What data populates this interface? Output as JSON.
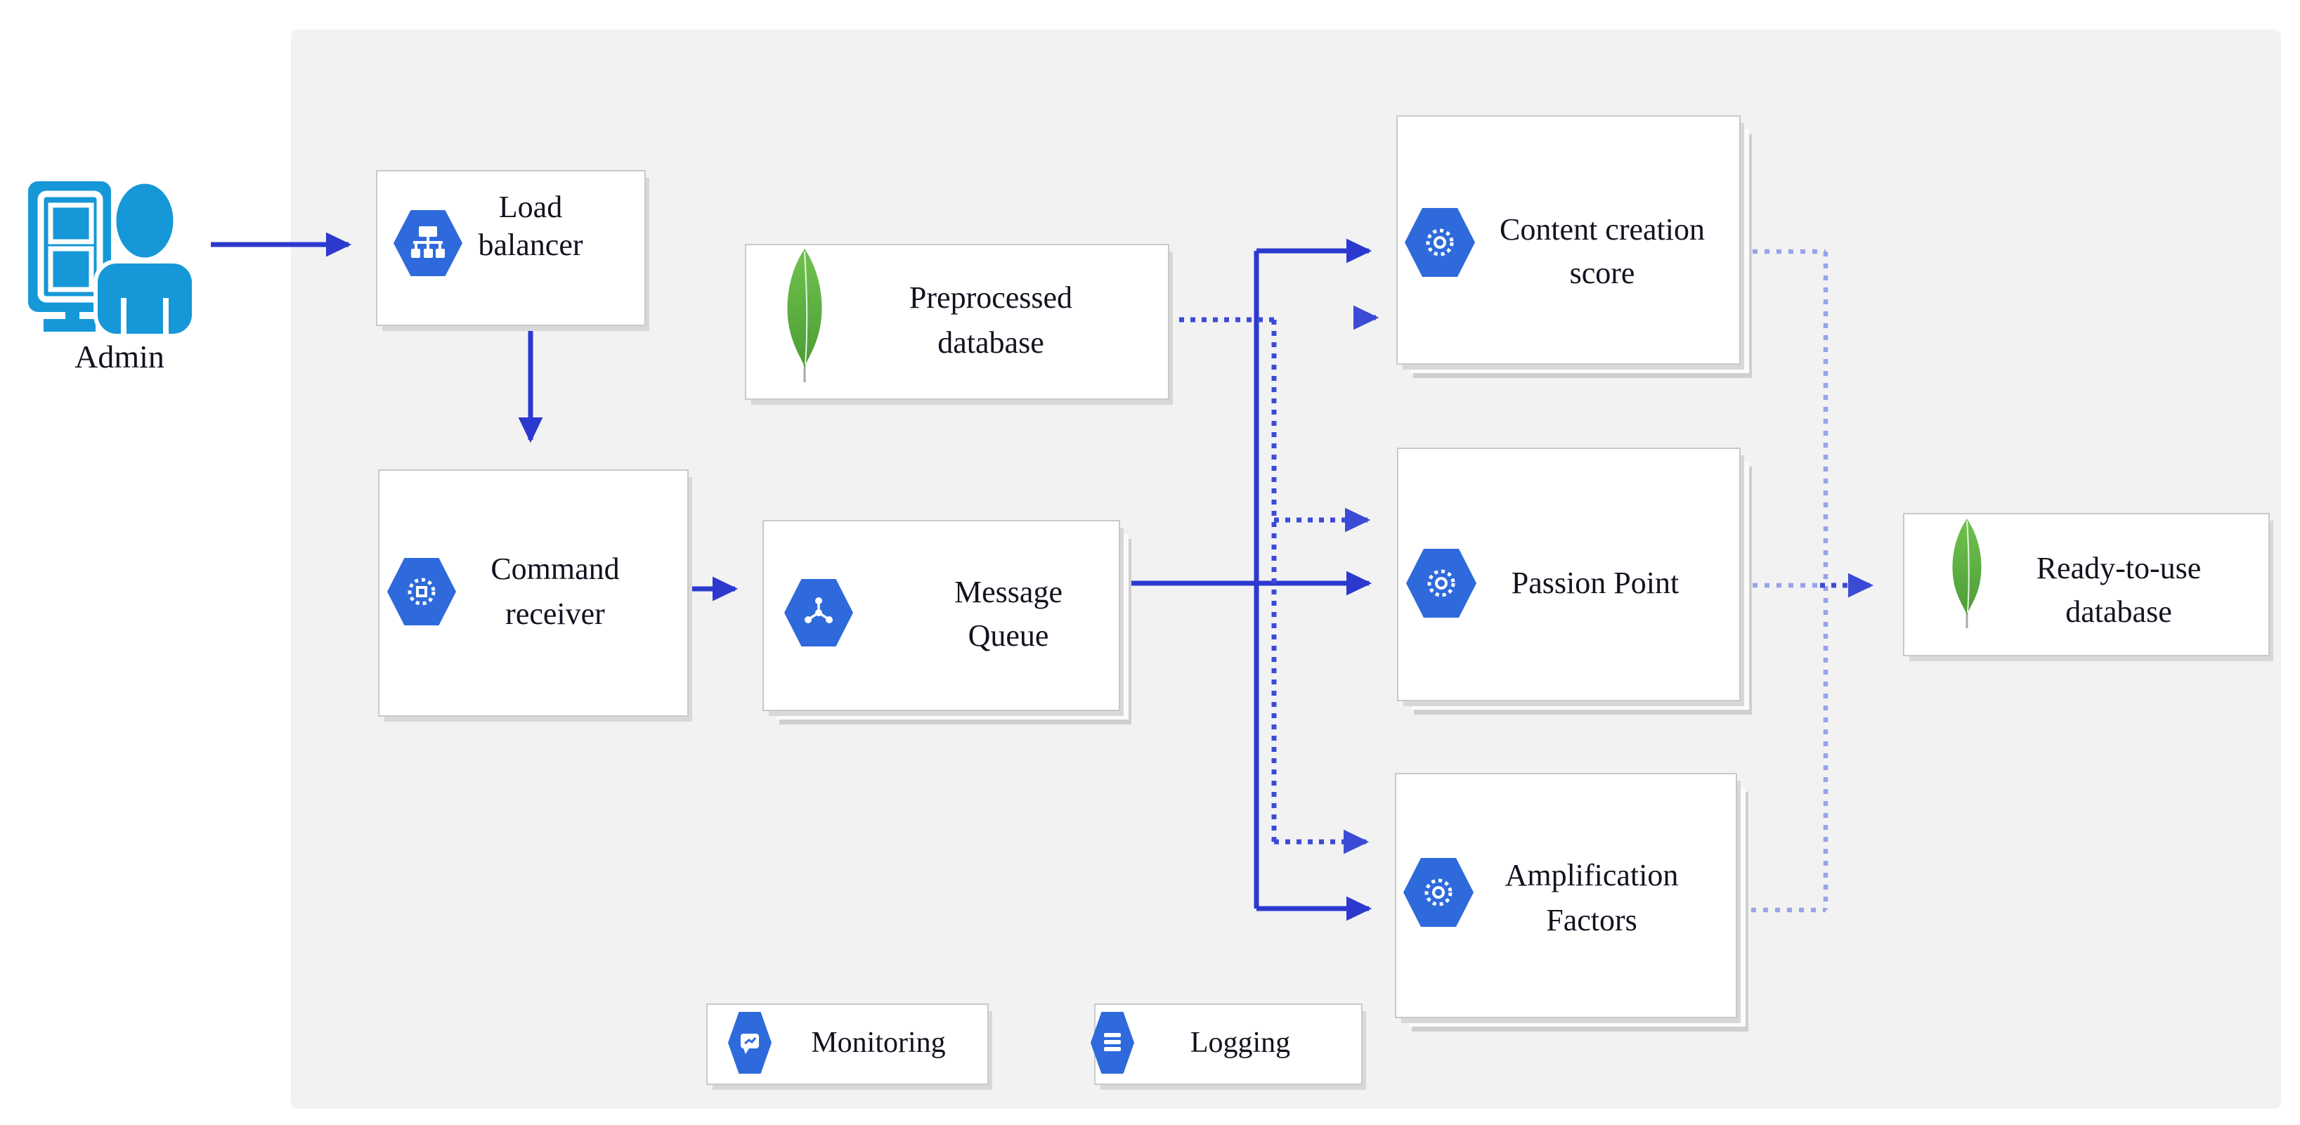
{
  "figure": {
    "type": "architecture-diagram",
    "description_visible": "",
    "colors": {
      "panel_bg": "#f2f2f3",
      "card_bg": "#ffffff",
      "card_border": "#c9c9c9",
      "hexagon_blue": "#2e6adb",
      "solid_arrow_blue": "#2c39cf",
      "dotted_line_blue": "#3c4bd5",
      "light_dotted_rail": "#98a3e8",
      "admin_icon_blue": "#1697d8",
      "mongodb_leaf_light_green": "#72c14e",
      "mongodb_leaf_dark_green": "#4d9c38",
      "label_text": "#13131f"
    }
  },
  "nodes": {
    "admin": {
      "icon": "admin-user-workstation-icon",
      "lines": [
        "Admin"
      ]
    },
    "load_balancer": {
      "icon": "load-balancer-hexagon-icon",
      "lines": [
        "Load",
        "balancer"
      ]
    },
    "command_receiver": {
      "icon": "engine-hexagon-icon",
      "lines": [
        "Command",
        "receiver"
      ]
    },
    "preprocessed_db": {
      "icon": "mongodb-leaf-icon",
      "lines": [
        "Preprocessed",
        "database"
      ]
    },
    "message_queue": {
      "icon": "pubsub-hexagon-icon",
      "lines": [
        "Message",
        "Queue"
      ]
    },
    "content_creation": {
      "icon": "engine-hexagon-icon",
      "lines": [
        "Content creation",
        "score"
      ]
    },
    "passion_point": {
      "icon": "engine-hexagon-icon",
      "lines": [
        "Passion Point"
      ]
    },
    "amplification": {
      "icon": "engine-hexagon-icon",
      "lines": [
        "Amplification",
        "Factors"
      ]
    },
    "ready_db": {
      "icon": "mongodb-leaf-icon",
      "lines": [
        "Ready-to-use",
        "database"
      ]
    },
    "monitoring": {
      "icon": "monitoring-chat-hexagon-icon",
      "lines": [
        "Monitoring"
      ]
    },
    "logging": {
      "icon": "logging-list-hexagon-icon",
      "lines": [
        "Logging"
      ]
    }
  }
}
